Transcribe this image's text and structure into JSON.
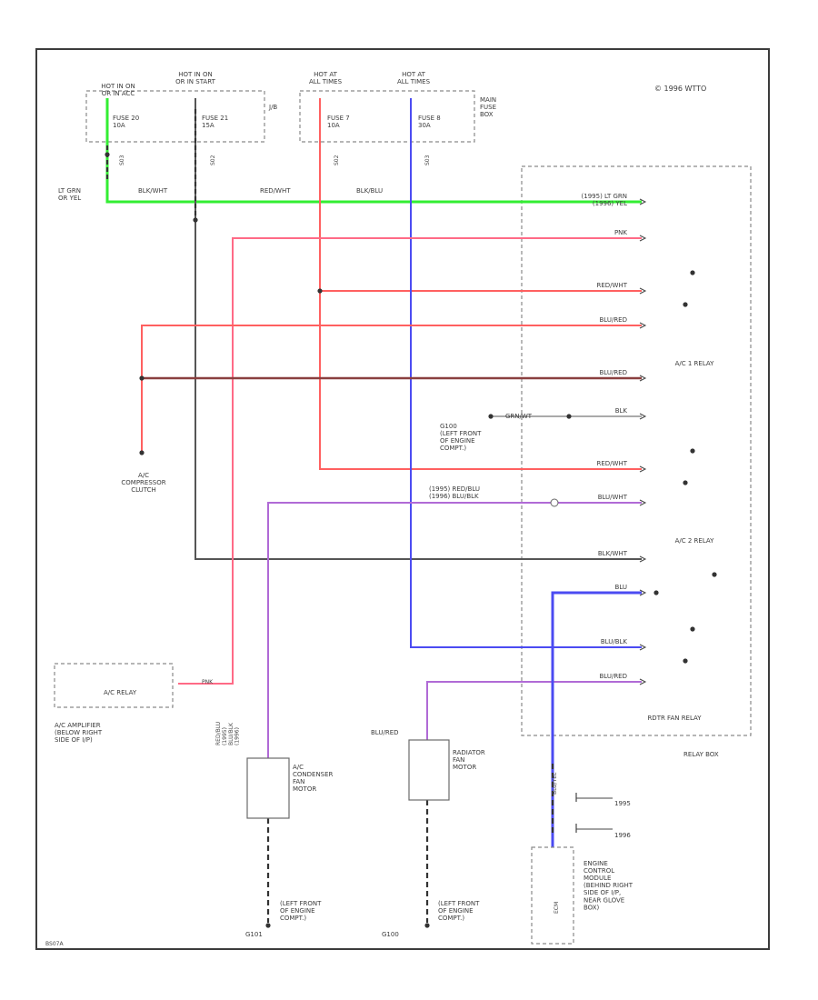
{
  "colors": {
    "green": "#33ee33",
    "pink": "#ff6a86",
    "red": "#ff6060",
    "brown": "#8a3f3f",
    "blue": "#4b4bf2",
    "purple": "#b06ad6",
    "black": "#555555"
  },
  "top": {
    "copyright": "© 1996 WTTO",
    "fuse_box_1": {
      "hot_in_on": "HOT IN ON\nOR IN ACC",
      "hot_in_run": "HOT IN ON\nOR IN START",
      "fuse_a": "FUSE 20\n10A",
      "fuse_b": "FUSE 21\n15A",
      "box_name": "J/B"
    },
    "fuse_box_2": {
      "hot_a": "HOT AT\nALL TIMES",
      "hot_b": "HOT AT\nALL TIMES",
      "fuse_a": "FUSE 7\n10A",
      "fuse_b": "FUSE 8\n30A",
      "box_name": "MAIN\nFUSE\nBOX"
    },
    "wire_numbers": [
      "S03",
      "S02",
      "S02",
      "S03"
    ],
    "left_wire": "LT GRN\nOR YEL"
  },
  "wires": {
    "top_bus_labels": [
      "BLK/WHT",
      "RED/WHT",
      "BLK/BLU"
    ],
    "right_labels": [
      "(1995) LT GRN\n(1996) YEL",
      "PNK",
      "RED/WHT",
      "BLU/RED",
      "BLU/RED",
      "BLK",
      "RED/WHT",
      "BLU/WHT",
      "BLK/WHT",
      "BLU",
      "BLU/BLK",
      "BLU/RED"
    ],
    "center_labels": {
      "grnd_tag": "GRN/WT",
      "splice_1995": "(1995)  RED/BLU\n(1996)  BLU/BLK"
    },
    "vertical_labels": {
      "amp_side": "RED/BLU\n(1995)\nBLU/BLK\n(1996)",
      "pnk_mini": "PNK",
      "rad_fan": "BLU/RED",
      "ecm": "BLU/YEL"
    }
  },
  "components": {
    "relay_box": {
      "relay_1": "A/C 1 RELAY",
      "relay_2": "A/C 2 RELAY",
      "relay_3": "RDTR FAN RELAY",
      "box_name": "RELAY BOX"
    },
    "ground_g100": "G100\n(LEFT FRONT\nOF ENGINE\nCOMPT.)",
    "ac_clutch": "A/C\nCOMPRESSOR\nCLUTCH",
    "ac_amp_relay_label": "A/C RELAY",
    "ac_amp": "A/C AMPLIFIER\n(BELOW RIGHT\nSIDE OF I/P)",
    "condenser_motor": "A/C\nCONDENSER\nFAN\nMOTOR",
    "radiator_motor": "RADIATOR\nFAN\nMOTOR",
    "ground_left": "(LEFT FRONT\nOF ENGINE\nCOMPT.)",
    "ground_left_id": "G101",
    "ground_right": "(LEFT FRONT\nOF ENGINE\nCOMPT.)",
    "ground_right_id": "G100",
    "ecm": "ENGINE\nCONTROL\nMODULE\n(BEHIND RIGHT\nSIDE OF I/P,\nNEAR GLOVE\nBOX)",
    "ecm_year_1": "1995",
    "ecm_year_2": "1996",
    "ecm_pin": "ECM"
  },
  "footer": {
    "code": "BS07A"
  }
}
